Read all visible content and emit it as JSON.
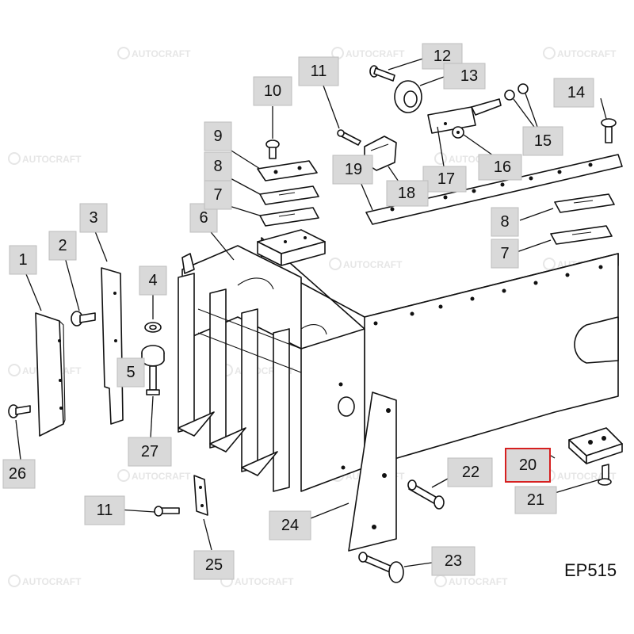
{
  "diagram": {
    "code_label": "EP515",
    "watermark_text": "AUTOCRAFT",
    "selected_callout": "20",
    "callouts": [
      "1",
      "2",
      "3",
      "4",
      "5",
      "6",
      "7",
      "8",
      "9",
      "10",
      "11",
      "12",
      "13",
      "14",
      "15",
      "16",
      "17",
      "18",
      "19",
      "20",
      "21",
      "22",
      "23",
      "24",
      "25",
      "26",
      "27",
      "11",
      "7",
      "8"
    ]
  }
}
